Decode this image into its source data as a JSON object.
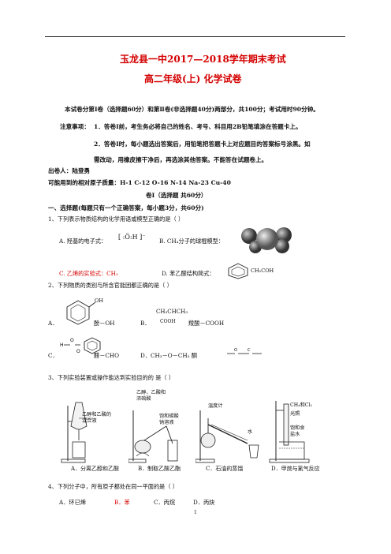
{
  "header": {
    "title1": "玉龙县一中2017—2018学年期末考试",
    "title2": "高二年级(上)   化学试卷"
  },
  "intro": {
    "line1": "本试卷分第Ⅰ卷（选择题60分）和第Ⅱ卷(非选择题40分)两部分，共100分；考试用时90分钟。",
    "note_label": "注意事项：",
    "note1": "1．答卷Ⅰ前，考生务必将自己的姓名、考号、科目用2B铅笔填涂在答题卡上。",
    "note2a": "2．答卷Ⅰ时，每小题选出答案后，用铅笔把答题卡上对应题目的答案标号涂黑。如",
    "note2b": "需改动，用橡皮擦干净后，再选涂其他答案。不能答在试题卷上。",
    "author": "出卷人：陆登勇",
    "atomic": "可能用到的相对原子质量：H-1   C-12   O-16   N-14   Na-23   Cu-40",
    "section_title": "卷Ⅰ（选择题  共60分）"
  },
  "part1": "一、选择题(每题只有一个正确答案，每小题3分，共60分)",
  "q1": {
    "stem": "1、下列表示物质结构的化学用语或模型正确的是（     ）",
    "A": "A.   羟基的电子式：",
    "A_formula": "[ :Ö:H ]⁻",
    "B": "B.   CH₄分子的球棍模型：",
    "C": "C.   乙烯的实验式：CH₂",
    "D": "D.   苯乙醛结构简式：",
    "D_formula": "CH₂COH"
  },
  "q2": {
    "stem": "2、下列物质的类别与所含官能团都正确的是（     ）",
    "A_label": "A．",
    "A_text": "酚－OH",
    "A_group": "OH",
    "B_label": "B．",
    "B_struct": "CH₃CHCH₃",
    "B_struct2": "COOH",
    "B_text": "羧酸－COOH",
    "C_label": "C．",
    "C_text": "醛－CHO",
    "D_text": "D．CH₃－O－CH₃   酮"
  },
  "q3": {
    "stem": "3、下列实验装置或操作能达到实验目的的 是（     ）",
    "A_inner": "乙醇和乙酸的混合液",
    "B_inner1": "乙醇、乙酸和浓硫酸",
    "B_inner2": "饱和碳酸钠溶液",
    "C_inner": "温度计",
    "C_inner2": "水",
    "D_inner1": "CH₄和Cl₂",
    "D_inner2": "光照",
    "D_inner3": "饱和食盐水",
    "A_cap": "A．分离乙醇和乙酸",
    "B_cap": "B．制取乙酸乙酯",
    "C_cap": "C．石油的蒸馏",
    "D_cap": "D．甲烷与氯气反应"
  },
  "q4": {
    "stem": "4、下列分子中，所有原子都处在同一平面的是（     ）",
    "A": "A．环已烯",
    "B": "B．苯",
    "C": "C．丙烷",
    "D": "D．丙炔"
  },
  "page_number": "1"
}
